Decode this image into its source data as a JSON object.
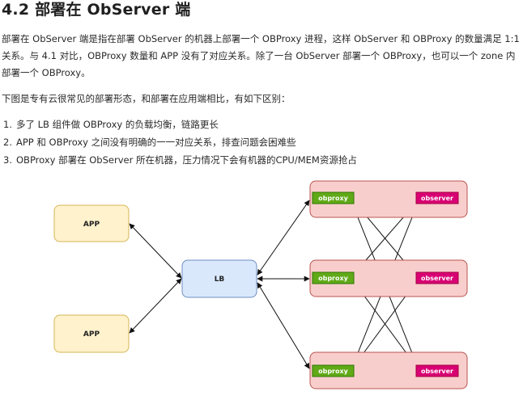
{
  "heading": "4.2 部署在 ObServer 端",
  "paragraph1": "部署在 ObServer 端是指在部署 ObServer 的机器上部署一个 OBProxy 进程，这样 ObServer 和 OBProxy 的数量满足 1:1 关系。与 4.1 对比，OBProxy 数量和 APP 没有了对应关系。除了一台 ObServer 部署一个 OBProxy，也可以一个 zone 内部署一个 OBProxy。",
  "paragraph2": "下图是专有云很常见的部署形态，和部署在应用端相比，有如下区别：",
  "list": [
    {
      "num": "1.",
      "text": "多了 LB 组件做 OBProxy 的负载均衡，链路更长"
    },
    {
      "num": "2.",
      "text": "APP 和 OBProxy 之间没有明确的一一对应关系，排查问题会困难些"
    },
    {
      "num": "3.",
      "text": "OBProxy 部署在 ObServer 所在机器，压力情况下会有机器的CPU/MEM资源抢占"
    }
  ],
  "diagram": {
    "app_label": "APP",
    "lb_label": "LB",
    "obproxy_label": "obproxy",
    "observer_label": "observer",
    "colors": {
      "app_fill": "#fff2cc",
      "app_stroke": "#d6b656",
      "lb_fill": "#dae8fc",
      "lb_stroke": "#6c8ebf",
      "server_fill": "#f8cecc",
      "server_stroke": "#b85450",
      "obproxy_fill": "#60a917",
      "obproxy_stroke": "#2d7600",
      "observer_fill": "#d80073",
      "observer_stroke": "#a50040"
    }
  }
}
